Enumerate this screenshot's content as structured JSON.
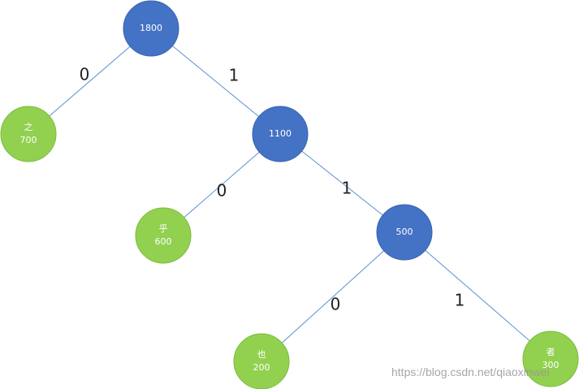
{
  "colors": {
    "internal": "#4472C4",
    "leaf": "#92D050",
    "edge": "#5B8FD0"
  },
  "nodes": [
    {
      "id": "root",
      "type": "internal",
      "value": "1800"
    },
    {
      "id": "zhi",
      "type": "leaf",
      "char": "之",
      "value": "700"
    },
    {
      "id": "n1100",
      "type": "internal",
      "value": "1100"
    },
    {
      "id": "hu",
      "type": "leaf",
      "char": "乎",
      "value": "600"
    },
    {
      "id": "n500",
      "type": "internal",
      "value": "500"
    },
    {
      "id": "ye",
      "type": "leaf",
      "char": "也",
      "value": "200"
    },
    {
      "id": "zhe",
      "type": "leaf",
      "char": "者",
      "value": "300"
    }
  ],
  "edges": [
    {
      "from": "root",
      "to": "zhi",
      "label": "0"
    },
    {
      "from": "root",
      "to": "n1100",
      "label": "1"
    },
    {
      "from": "n1100",
      "to": "hu",
      "label": "0"
    },
    {
      "from": "n1100",
      "to": "n500",
      "label": "1"
    },
    {
      "from": "n500",
      "to": "ye",
      "label": "0"
    },
    {
      "from": "n500",
      "to": "zhe",
      "label": "1"
    }
  ],
  "watermark": "https://blog.csdn.net/qiaoxinwei"
}
